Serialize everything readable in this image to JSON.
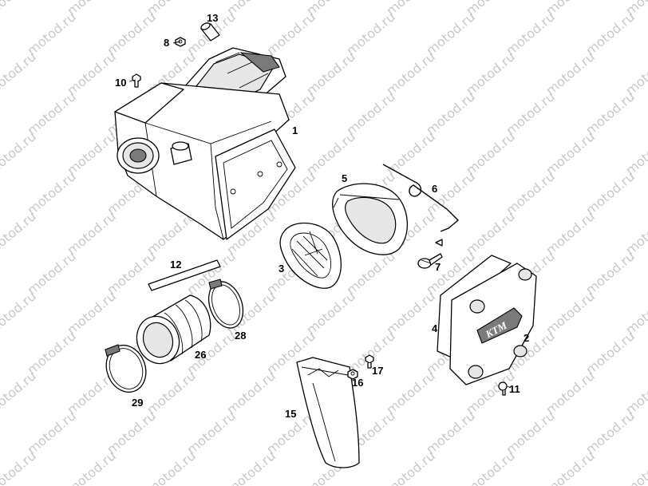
{
  "watermark": {
    "text": "motod.ru"
  },
  "labels": {
    "p1": "1",
    "p2": "2",
    "p3": "3",
    "p4": "4",
    "p5": "5",
    "p6": "6",
    "p7": "7",
    "p8": "8",
    "p10": "10",
    "p11": "11",
    "p12": "12",
    "p13": "13",
    "p15": "15",
    "p16": "16",
    "p17": "17",
    "p26": "26",
    "p28": "28",
    "p29": "29"
  },
  "logo_text": "KTM"
}
